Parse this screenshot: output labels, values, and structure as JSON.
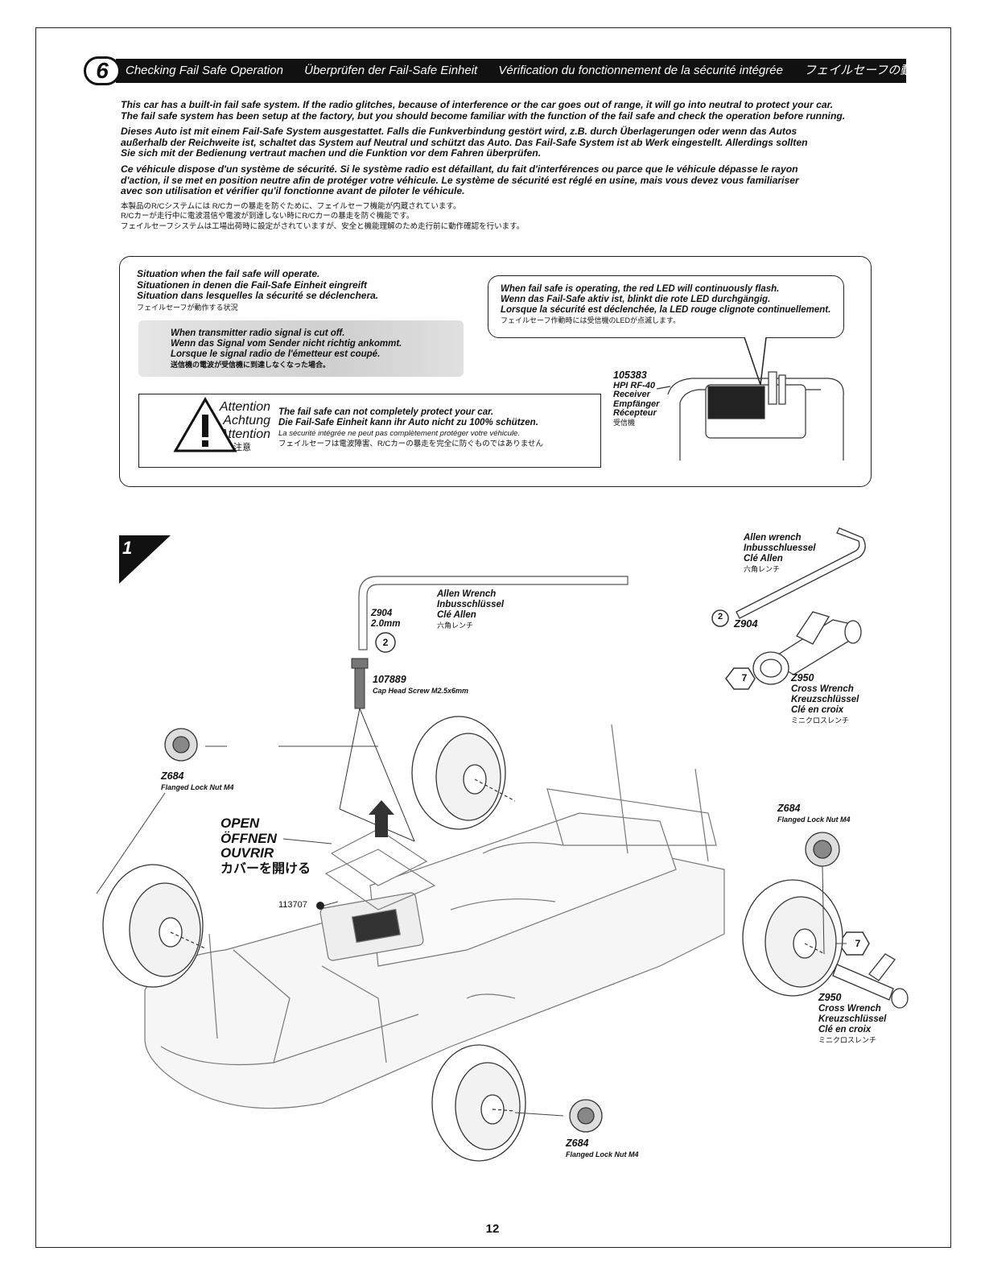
{
  "header": {
    "number": "6",
    "titles": [
      "Checking Fail Safe Operation",
      "Überprüfen der Fail-Safe Einheit",
      "Vérification du fonctionnement de la sécurité intégrée",
      "フェイルセーフの動作確認"
    ]
  },
  "intro": {
    "en": "This car has a built-in fail safe system. If the radio glitches, because of interference or the car goes out of range, it will go into neutral to protect your car.\nThe fail safe system has been setup at the factory, but you should become familiar with the function of the fail safe and check the operation before running.",
    "de": "Dieses Auto ist mit einem Fail-Safe System ausgestattet. Falls die Funkverbindung gestört wird, z.B. durch Überlagerungen oder wenn das Autos\naußerhalb der Reichweite ist, schaltet das System auf Neutral und schützt das Auto. Das Fail-Safe System ist ab Werk eingestellt. Allerdings sollten\nSie sich mit der Bedienung vertraut machen und die Funktion vor dem Fahren überprüfen.",
    "fr": "Ce véhicule dispose d'un système de sécurité. Si le système radio est défaillant, du fait d'interférences ou parce que le véhicule dépasse le rayon\nd'action, il se met en position neutre afin de protéger votre véhicule. Le système de sécurité est réglé en usine, mais vous devez vous familiariser\navec son utilisation et vérifier qu'il fonctionne avant de piloter le véhicule.",
    "ja": "本製品のR/Cシステムには R/Cカーの暴走を防ぐために、フェイルセーフ機能が内蔵されています。\nR/Cカーが走行中に電波混信や電波が到達しない時にR/Cカーの暴走を防ぐ機能です。\nフェイルセーフシステムは工場出荷時に設定がされていますが、安全と機能理解のため走行前に動作確認を行います。"
  },
  "situation": {
    "title": "Situation when the fail safe will operate.\nSituationen in denen die Fail-Safe Einheit eingreift\nSituation dans lesquelles la sécurité se déclenchera.",
    "title_ja": "フェイルセーフが動作する状況",
    "cut_text": "When transmitter radio signal is cut off.\nWenn das Signal vom Sender nicht richtig ankommt.\nLorsque le signal radio de l'émetteur est coupé.",
    "cut_ja": "送信機の電波が受信機に到達しなくなった場合。"
  },
  "led_note": {
    "text": "When fail safe is operating, the red LED will continuously flash.\nWenn das Fail-Safe aktiv ist, blinkt die rote LED durchgängig.\nLorsque la sécurité est déclenchée, la LED rouge clignote continuellement.",
    "ja": "フェイルセーフ作動時には受信機のLEDが点滅します。"
  },
  "receiver": {
    "code": "105383",
    "text": "HPI RF-40\nReceiver\nEmpfänger\nRécepteur",
    "ja": "受信機"
  },
  "attention": {
    "words": [
      "Attention",
      "Achtung",
      "Attention"
    ],
    "ja": "注意",
    "text": "The fail safe can not completely protect your car.\nDie Fail-Safe Einheit kann ihr Auto nicht zu 100% schützen.",
    "text_fr": "La sécurité intégrée ne peut pas complètement protéger votre véhicule.",
    "text_ja": "フェイルセーフは電波障害、R/Cカーの暴走を完全に防ぐものではありません"
  },
  "step": {
    "number": "1"
  },
  "tools": {
    "allen_right": {
      "text": "Allen wrench\nInbusschluessel\nClé Allen",
      "ja": "六角レンチ"
    },
    "allen_right_code": "Z904",
    "allen_right_size": "2",
    "cross_top": {
      "code": "Z950",
      "text": "Cross Wrench\nKreuzschlüssel\nClé en croix",
      "ja": "ミニクロスレンチ",
      "size": "7"
    },
    "allen_center": {
      "code": "Z904",
      "size_text": "2.0mm",
      "circle": "2",
      "text": "Allen Wrench\nInbusschlüssel\nClé Allen",
      "ja": "六角レンチ"
    },
    "cross_bottom": {
      "code": "Z950",
      "text": "Cross Wrench\nKreuzschlüssel\nClé en croix",
      "ja": "ミニクロスレンチ",
      "size": "7"
    }
  },
  "parts": {
    "screw": {
      "code": "107889",
      "desc": "Cap Head Screw M2.5x6mm"
    },
    "nut_left": {
      "code": "Z684",
      "desc": "Flanged Lock Nut M4"
    },
    "nut_right": {
      "code": "Z684",
      "desc": "Flanged Lock Nut M4"
    },
    "nut_bottom": {
      "code": "Z684",
      "desc": "Flanged Lock Nut M4"
    },
    "seal": {
      "code": "113707"
    }
  },
  "open_label": {
    "text": "OPEN\nÖFFNEN\nOUVRIR",
    "ja": "カバーを開ける"
  },
  "page_number": "12"
}
